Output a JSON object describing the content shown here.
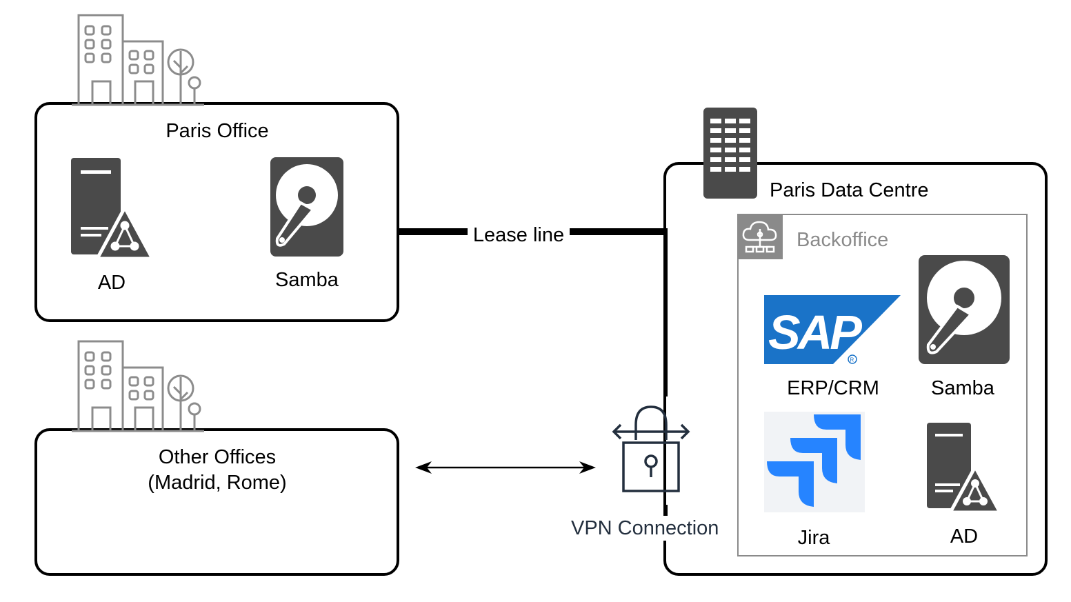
{
  "paris_office": {
    "title": "Paris Office",
    "items": [
      {
        "label": "AD",
        "icon": "active-directory-server-icon"
      },
      {
        "label": "Samba",
        "icon": "hard-disk-icon"
      }
    ]
  },
  "other_offices": {
    "title_line1": "Other Offices",
    "title_line2": "(Madrid, Rome)"
  },
  "connections": {
    "lease_line": "Lease line",
    "vpn": "VPN Connection"
  },
  "data_centre": {
    "title": "Paris Data Centre",
    "group": {
      "title": "Backoffice",
      "items": [
        {
          "label": "ERP/CRM",
          "icon": "sap-logo-icon"
        },
        {
          "label": "Samba",
          "icon": "hard-disk-icon"
        },
        {
          "label": "Jira",
          "icon": "jira-logo-icon"
        },
        {
          "label": "AD",
          "icon": "active-directory-server-icon"
        }
      ]
    }
  },
  "colors": {
    "icon_dark": "#4a4a4a",
    "building_grey": "#8c8c8c",
    "sap_blue": "#1a73c8",
    "jira_blue": "#2684ff",
    "vpn_navy": "#232f3e",
    "backoffice_grey": "#8a8a8a"
  }
}
